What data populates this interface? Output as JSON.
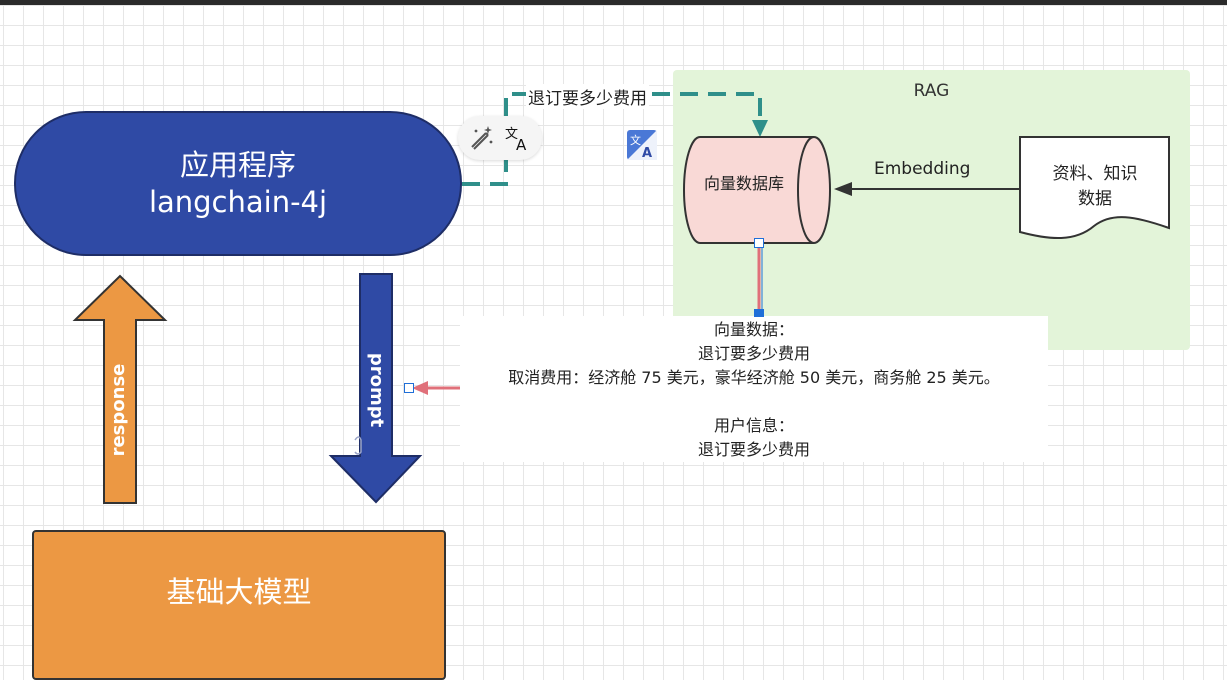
{
  "diagram": {
    "app_node": {
      "line1": "应用程序",
      "line2": "langchain-4j"
    },
    "model_node": {
      "label": "基础大模型"
    },
    "response_arrow": {
      "label": "response"
    },
    "prompt_arrow": {
      "label": "prompt"
    },
    "rag_region": {
      "title": "RAG"
    },
    "vector_db": {
      "label": "向量数据库"
    },
    "source_doc": {
      "line1": "资料、知识",
      "line2": "数据"
    },
    "edge_query": {
      "label": "退订要多少费用"
    },
    "edge_embedding": {
      "label": "Embedding"
    },
    "prompt_note": {
      "lines": [
        "向量数据：",
        "退订要多少费用",
        "取消费用：经济舱 75 美元，豪华经济舱 50 美元，商务舱 25 美元。",
        "",
        "用户信息：",
        "退订要多少费用"
      ]
    },
    "colors": {
      "app_fill": "#2f4aa5",
      "model_fill": "#ec9843",
      "rag_fill": "#e3f4d9",
      "db_fill": "#f9d9d6",
      "dashed_edge": "#2f8f8a",
      "note_arrow": "#e0707a",
      "selection": "#1f6fd8"
    }
  },
  "toolbar": {
    "icons": [
      "magic-wand-icon",
      "translate-icon"
    ]
  }
}
